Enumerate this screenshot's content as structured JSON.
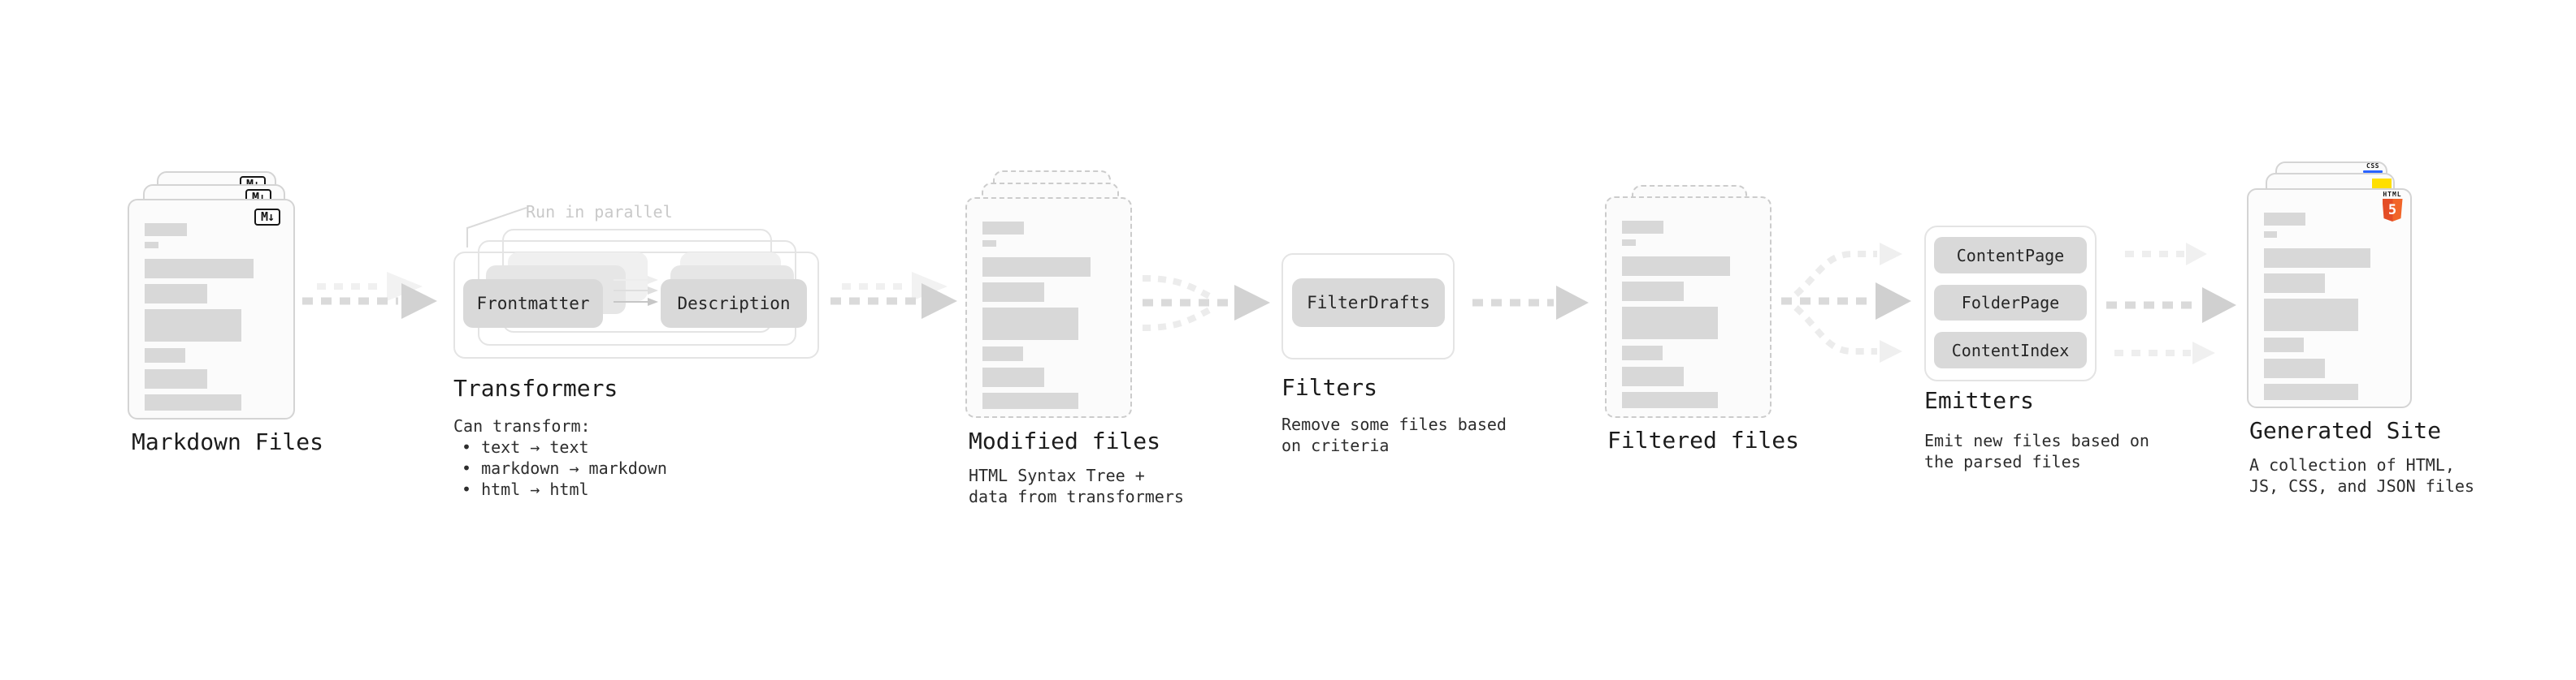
{
  "markdown": {
    "label": "Markdown Files",
    "badge": "M↓"
  },
  "transformers": {
    "note": "Run in parallel",
    "pills": [
      "Frontmatter",
      "Description"
    ],
    "heading": "Transformers",
    "caption": "Can transform:",
    "bullets": [
      "• text → text",
      "• markdown → markdown",
      "• html → html"
    ]
  },
  "modified": {
    "heading": "Modified files",
    "caption": [
      "HTML Syntax Tree +",
      "data from transformers"
    ]
  },
  "filters": {
    "pill": "FilterDrafts",
    "heading": "Filters",
    "caption": [
      "Remove some files based",
      "on criteria"
    ]
  },
  "filtered": {
    "heading": "Filtered files"
  },
  "emitters": {
    "pills": [
      "ContentPage",
      "FolderPage",
      "ContentIndex"
    ],
    "heading": "Emitters",
    "caption": [
      "Emit new files based on",
      "the parsed files"
    ]
  },
  "generated": {
    "heading": "Generated Site",
    "caption": [
      "A collection of HTML,",
      "JS, CSS, and JSON files"
    ],
    "badges": {
      "css": "CSS",
      "html": "HTML",
      "five": "5"
    }
  },
  "colors": {
    "page_border": "#d4d4d4",
    "dashed_border": "#cccccc",
    "doc_bar": "#d8d8d8",
    "pill_fill": "#d9d9d9",
    "outline_box_border": "#e4e4e4",
    "arrow_dash": "#dadada",
    "arrow_head": "#d2d2d2",
    "arrow_light": "#eeeeee",
    "note_text": "#c9c9c9",
    "heading_text": "#1c1c1c",
    "markdown_badge_border": "#161616",
    "css_badge_blue": "#2962ff",
    "js_badge_yellow": "#ffdf00",
    "html5_orange": "#e44d26",
    "html5_orange_light": "#f16529"
  }
}
